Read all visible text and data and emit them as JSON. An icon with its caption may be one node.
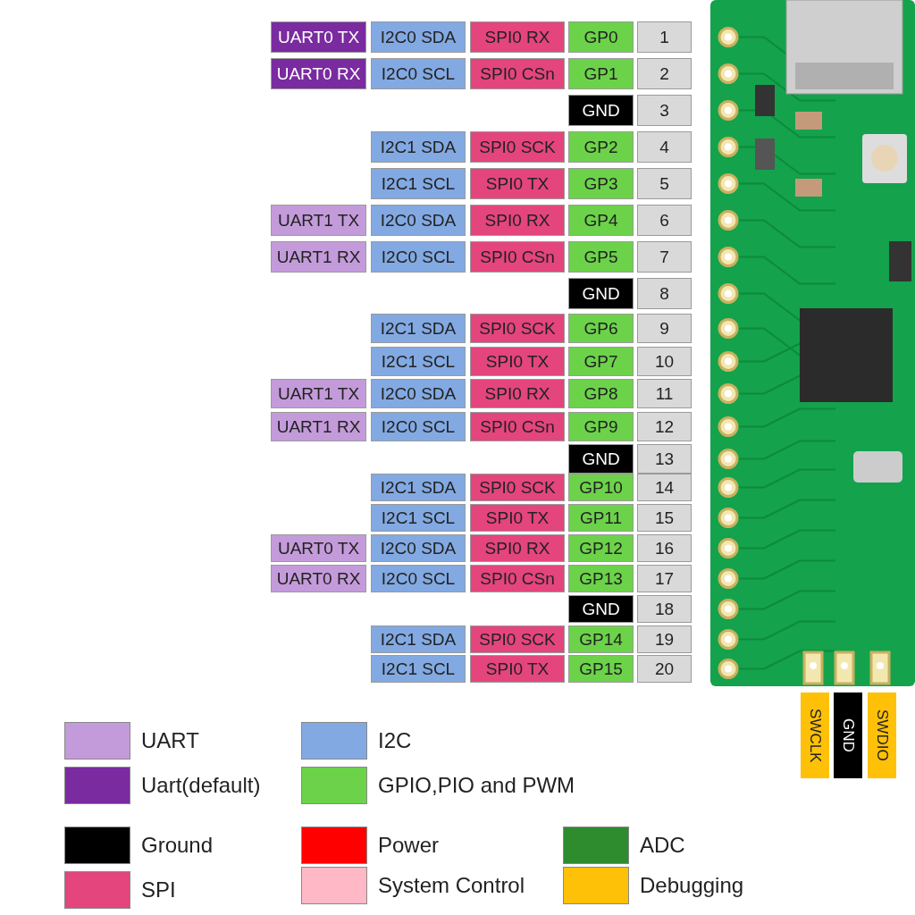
{
  "diagram": {
    "labels": [
      "UART0 TX",
      "I2C0 SDA",
      "SPI0 RX",
      "GP0",
      "1",
      "UART0 RX",
      "I2C0 SCL",
      "SPI0 CSn",
      "GP1",
      "2",
      "GND",
      "3",
      "I2C1 SDA",
      "SPI0 SCK",
      "GP2",
      "4",
      "I2C1 SCL",
      "SPI0 TX",
      "GP3",
      "5",
      "UART1 TX",
      "I2C0 SDA",
      "SPI0 RX",
      "GP4",
      "6",
      "UART1 RX",
      "I2C0 SCL",
      "SPI0 CSn",
      "GP5",
      "7",
      "GND",
      "8",
      "I2C1 SDA",
      "SPI0 SCK",
      "GP6",
      "9",
      "I2C1 SCL",
      "SPI0 TX",
      "GP7",
      "10",
      "UART1 TX",
      "I2C0 SDA",
      "SPI0 RX",
      "GP8",
      "11",
      "UART1 RX",
      "I2C0 SCL",
      "SPI0 CSn",
      "GP9",
      "12",
      "GND",
      "13",
      "I2C1 SDA",
      "SPI0 SCK",
      "GP10",
      "14",
      "I2C1 SCL",
      "SPI0 TX",
      "GP11",
      "15",
      "UART0 TX",
      "I2C0 SDA",
      "SPI0 RX",
      "GP12",
      "16",
      "UART0 RX",
      "I2C0 SCL",
      "SPI0 CSn",
      "GP13",
      "17",
      "GND",
      "18",
      "I2C1 SDA",
      "SPI0 SCK",
      "GP14",
      "19",
      "I2C1 SCL",
      "SPI0 TX",
      "GP15",
      "20",
      "SWCLK",
      "GND",
      "SWDIO"
    ],
    "legend": [
      {
        "text": "UART",
        "color": "#c49bda"
      },
      {
        "text": "I2C",
        "color": "#82a9e2"
      },
      {
        "text": "Uart(default)",
        "color": "#7a2ba0"
      },
      {
        "text": "GPIO,PIO and PWM",
        "color": "#6cd24a"
      },
      {
        "text": "Ground",
        "color": "#000000"
      },
      {
        "text": "Power",
        "color": "#ff0000"
      },
      {
        "text": "ADC",
        "color": "#2e8b2e"
      },
      {
        "text": "SPI",
        "color": "#e4457c"
      },
      {
        "text": "System Control",
        "color": "#ffb8c6"
      },
      {
        "text": "Debugging",
        "color": "#ffc107"
      }
    ]
  }
}
